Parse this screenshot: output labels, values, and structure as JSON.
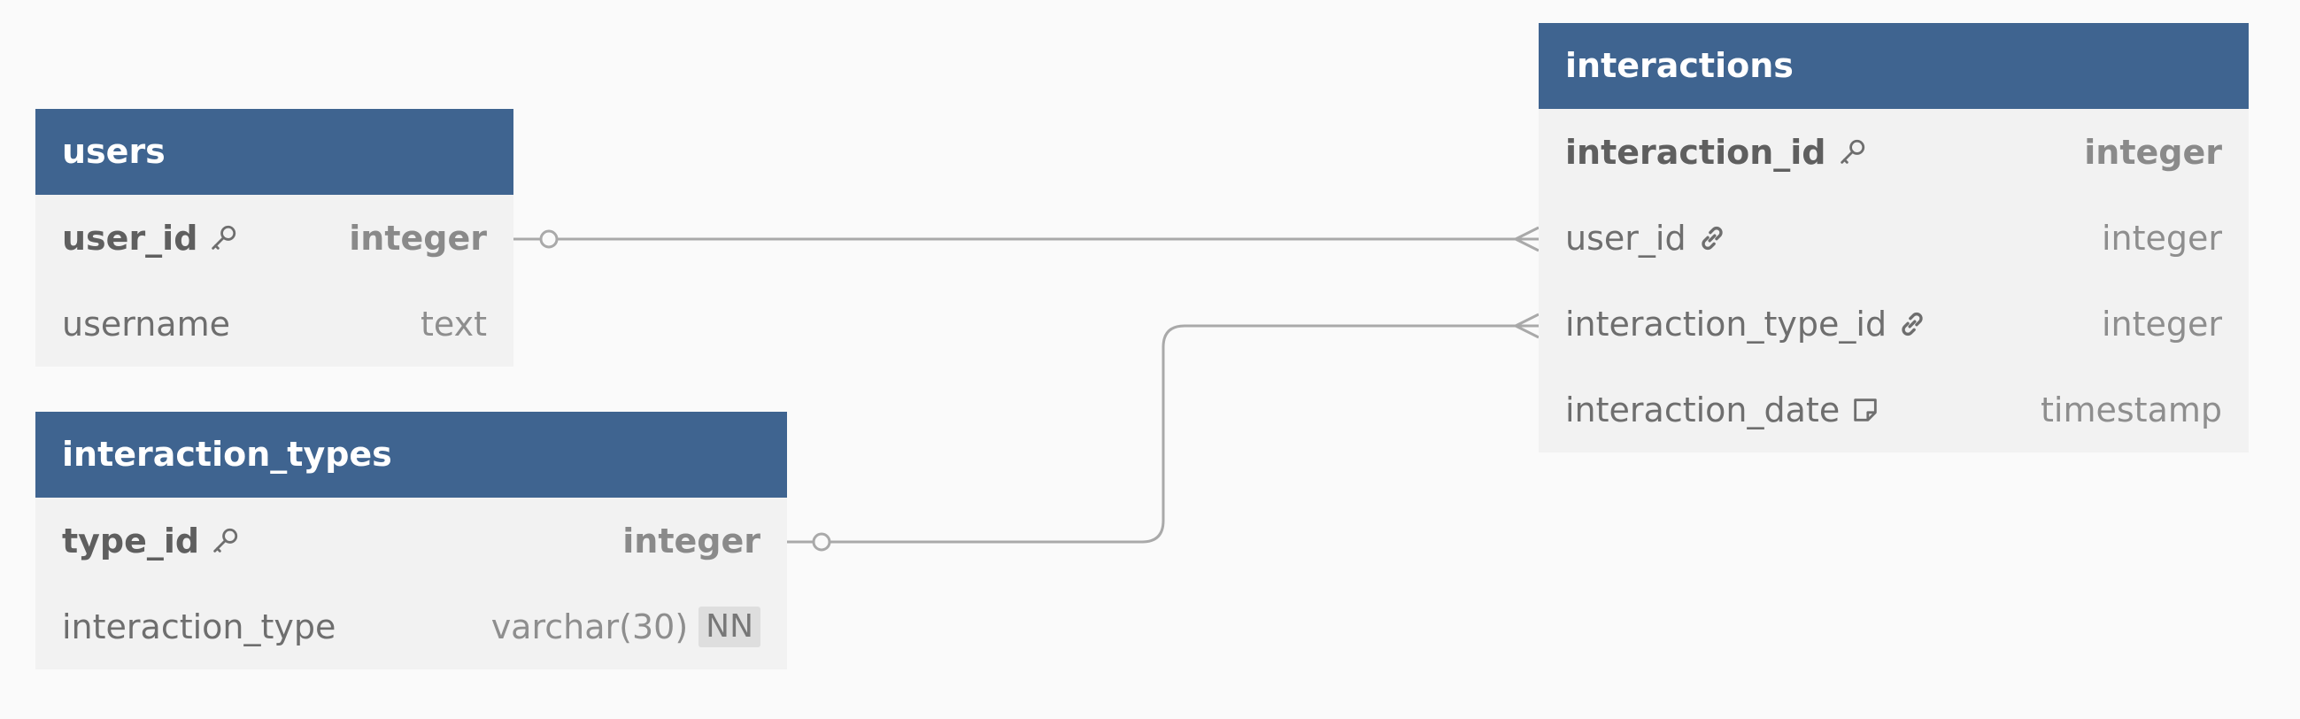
{
  "tables": {
    "users": {
      "name": "users",
      "columns": [
        {
          "name": "user_id",
          "type": "integer",
          "key": "primary"
        },
        {
          "name": "username",
          "type": "text"
        }
      ]
    },
    "interaction_types": {
      "name": "interaction_types",
      "columns": [
        {
          "name": "type_id",
          "type": "integer",
          "key": "primary"
        },
        {
          "name": "interaction_type",
          "type": "varchar(30)",
          "constraint": "NN"
        }
      ]
    },
    "interactions": {
      "name": "interactions",
      "columns": [
        {
          "name": "interaction_id",
          "type": "integer",
          "key": "primary"
        },
        {
          "name": "user_id",
          "type": "integer",
          "key": "foreign"
        },
        {
          "name": "interaction_type_id",
          "type": "integer",
          "key": "foreign"
        },
        {
          "name": "interaction_date",
          "type": "timestamp",
          "key": "note"
        }
      ]
    }
  },
  "icons": {
    "primary_key": "key-icon",
    "foreign_key": "link-icon",
    "note": "note-icon"
  },
  "relationships": [
    {
      "from": "users.user_id",
      "to": "interactions.user_id",
      "cardinality": "one-to-many"
    },
    {
      "from": "interaction_types.type_id",
      "to": "interactions.interaction_type_id",
      "cardinality": "one-to-many"
    }
  ],
  "colors": {
    "header": "#3f6490",
    "header_text": "#ffffff",
    "body": "#f2f2f2",
    "background": "#fafafa",
    "connector": "#a9a9a9"
  }
}
